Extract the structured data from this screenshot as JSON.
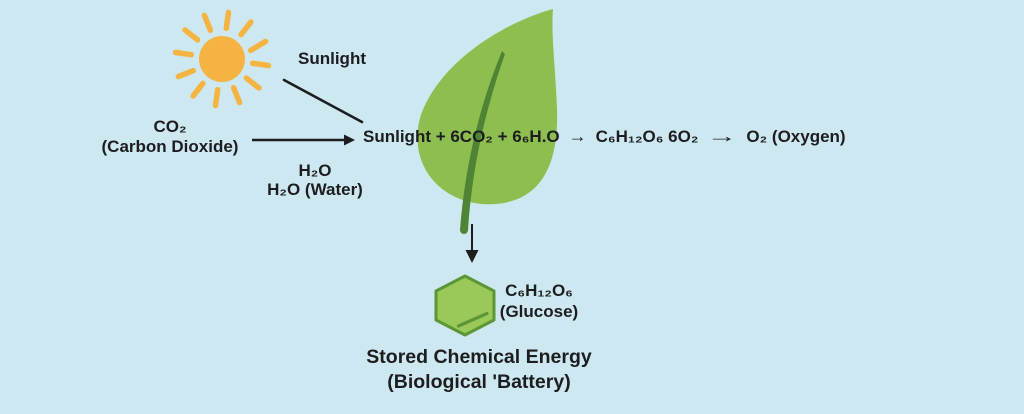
{
  "colors": {
    "background": "#cde8f1",
    "sun": "#f5b341",
    "leaf": "#8dbe4f",
    "leaf_vein": "#4f8434",
    "hexagon_fill": "#9ac95a",
    "hexagon_border": "#5c9737",
    "line": "#1d1d1f",
    "text": "#1d1d1f"
  },
  "sun": {
    "label": "Sunlight"
  },
  "carbon_dioxide": {
    "formula": "CO₂",
    "name": "(Carbon Dioxide)"
  },
  "water": {
    "formula": "H₂O",
    "name": "H₂O (Water)"
  },
  "equation": {
    "reactants": "Sunlight + 6CO₂ + 6₆H.O",
    "arrow_1": "→",
    "products_1": "C₆H₁₂O₆ 6O₂",
    "arrow_2": "→",
    "products_2": "O₂ (Oxygen)"
  },
  "glucose": {
    "formula": "C₆H₁₂O₆",
    "name": "(Glucose)"
  },
  "caption": {
    "line_1": "Stored Chemical Energy",
    "line_2": "(Biological 'Battery)"
  }
}
